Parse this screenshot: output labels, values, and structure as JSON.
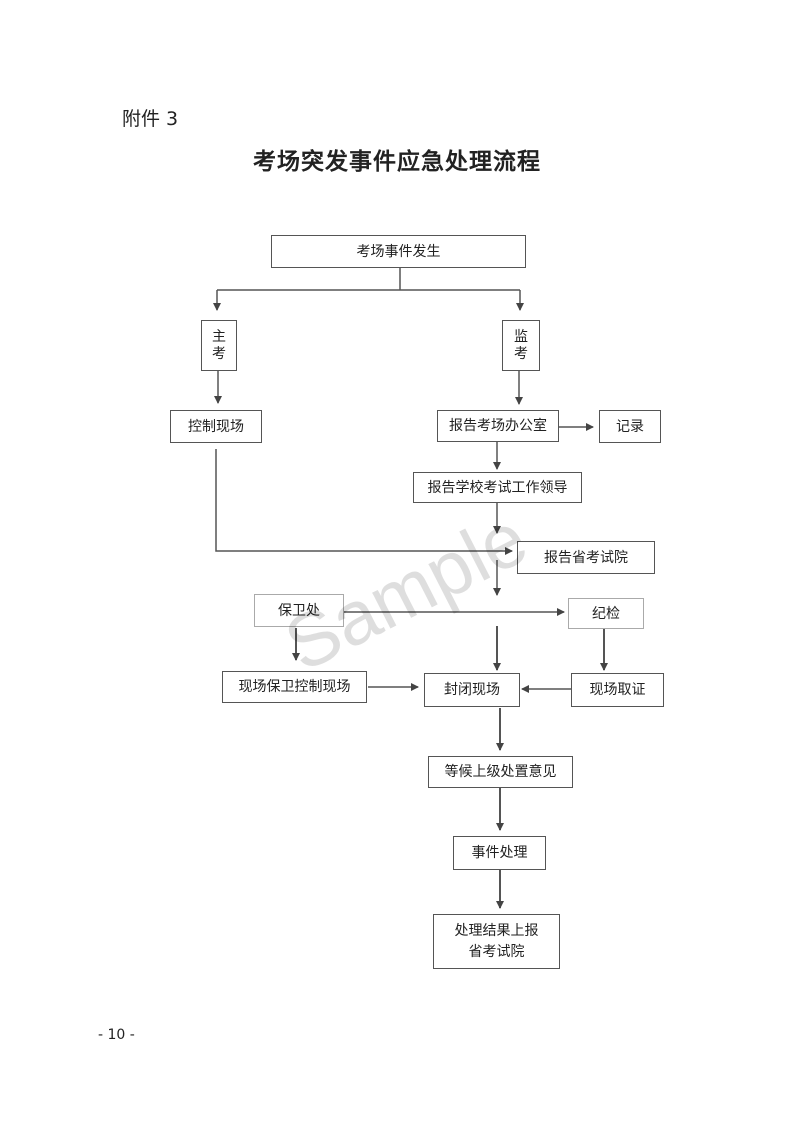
{
  "header": {
    "attachment": "附件 3"
  },
  "title": "考场突发事件应急处理流程",
  "watermark": "Sample",
  "flowchart": {
    "event_occurs": "考场事件发生",
    "chief_examiner": [
      "主",
      "考"
    ],
    "invigilator": [
      "监",
      "考"
    ],
    "control_scene": "控制现场",
    "report_exam_office": "报告考场办公室",
    "record": "记录",
    "report_school_leader": "报告学校考试工作领导",
    "report_provincial": "报告省考试院",
    "security_office": "保卫处",
    "discipline": "纪检",
    "security_control_scene": "现场保卫控制现场",
    "seal_scene": "封闭现场",
    "evidence": "现场取证",
    "await_superior": "等候上级处置意见",
    "handle_event": "事件处理",
    "report_result": [
      "处理结果上报",
      "省考试院"
    ]
  },
  "footer": {
    "page_number": "- 10 -"
  }
}
